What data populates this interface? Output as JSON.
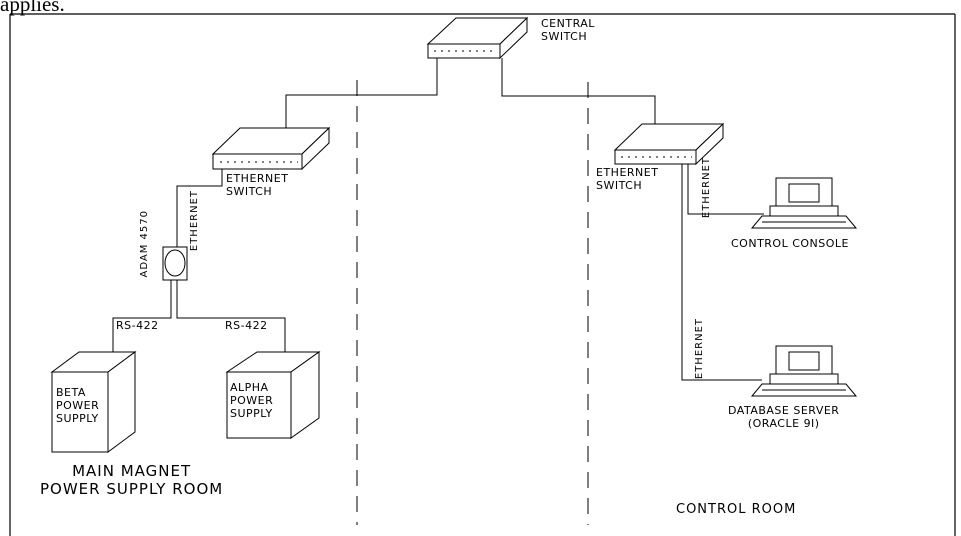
{
  "caption_fragment": "applies.",
  "labels": {
    "central_switch": [
      "CENTRAL",
      "SWITCH"
    ],
    "eth_switch_left": [
      "ETHERNET",
      "SWITCH"
    ],
    "eth_switch_right": [
      "ETHERNET",
      "SWITCH"
    ],
    "ethernet": "ETHERNET",
    "adam": "ADAM 4570",
    "rs422": "RS-422",
    "beta_supply": [
      "BETA",
      "POWER",
      "SUPPLY"
    ],
    "alpha_supply": [
      "ALPHA",
      "POWER",
      "SUPPLY"
    ],
    "control_console": "CONTROL CONSOLE",
    "database_server": [
      "DATABASE SERVER",
      "(ORACLE 9I)"
    ],
    "main_room": [
      "MAIN MAGNET",
      "POWER SUPPLY ROOM"
    ],
    "control_room": "CONTROL ROOM"
  }
}
